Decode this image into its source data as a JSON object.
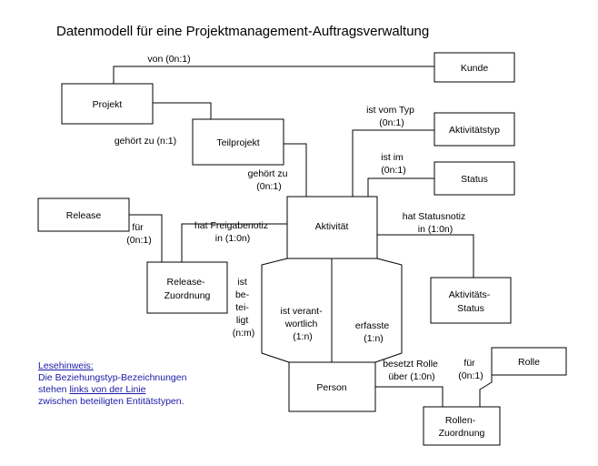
{
  "title": "Datenmodell für eine Projektmanagement-Auftragsverwaltung",
  "colors": {
    "line": "#000000",
    "note_text": "#1a1aa8"
  },
  "entities": {
    "kunde": [
      "Kunde"
    ],
    "projekt": [
      "Projekt"
    ],
    "teilprojekt": [
      "Teilprojekt"
    ],
    "aktivitaetstyp": [
      "Aktivitätstyp"
    ],
    "status": [
      "Status"
    ],
    "release": [
      "Release"
    ],
    "aktivitaet": [
      "Aktivität"
    ],
    "release_zuordnung": [
      "Release-",
      "Zuordnung"
    ],
    "aktivitaets_status": [
      "Aktivitäts-",
      "Status"
    ],
    "rolle": [
      "Rolle"
    ],
    "person": [
      "Person"
    ],
    "rollen_zuordnung": [
      "Rollen-",
      "Zuordnung"
    ]
  },
  "relations": {
    "von": [
      "von (0n:1)"
    ],
    "gehoert_zu_projekt": [
      "gehört zu (n:1)"
    ],
    "ist_vom_typ": [
      "ist vom Typ",
      "(0n:1)"
    ],
    "ist_im": [
      "ist im",
      "(0n:1)"
    ],
    "gehoert_zu_teilprojekt": [
      "gehört zu",
      "(0n:1)"
    ],
    "fuer_release": [
      "für",
      "(0n:1)"
    ],
    "hat_freigabenotiz": [
      "hat Freigabenotiz",
      "in (1:0n)"
    ],
    "hat_statusnotiz": [
      "hat Statusnotiz",
      "in (1:0n)"
    ],
    "ist_beteiligt": [
      "ist",
      "be-",
      "tei-",
      "ligt",
      "(n:m)"
    ],
    "ist_verantwortlich": [
      "ist verant-",
      "wortlich",
      "(1:n)"
    ],
    "erfasste": [
      "erfasste",
      "(1:n)"
    ],
    "besetzt_rolle": [
      "besetzt Rolle",
      "über (1:0n)"
    ],
    "fuer_rolle": [
      "für",
      "(0n:1)"
    ]
  },
  "note": {
    "heading": "Lesehinweis:",
    "line1": "Die Beziehungstyp-Bezeichnungen",
    "line2_pre": "stehen ",
    "line2_link": "links von der Linie",
    "line2_post": "",
    "line3": "zwischen beteiligten Entitätstypen."
  }
}
